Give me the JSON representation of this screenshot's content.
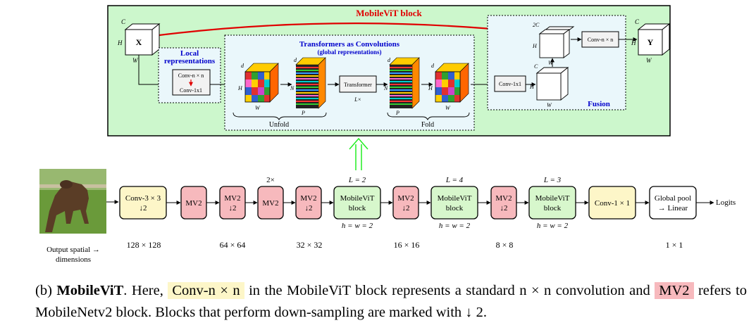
{
  "colors": {
    "green_bg": "#ccf7cc",
    "light_blue": "#eaf7fb",
    "pink": "#f7b9bd",
    "yellow": "#fdf6c8",
    "light_green": "#d7f7cc",
    "red_arrow": "#e00000",
    "blue_text": "#0000cc",
    "green_arrow": "#22ee22"
  },
  "top_block": {
    "title": "MobileViT block",
    "input_label": "X",
    "input_dims": {
      "c": "C",
      "h": "H",
      "w": "W"
    },
    "output_label": "Y",
    "output_dims": {
      "c": "C",
      "h": "H",
      "w": "W"
    },
    "local_title_1": "Local",
    "local_title_2": "representations",
    "local_conv_n": "Conv-n × n",
    "local_conv_1": "Conv-1x1",
    "transformer_title": "Transformers as Convolutions",
    "transformer_subtitle": "(global representations)",
    "transformer_label": "Transformer",
    "transformer_repeat": "L×",
    "unfold_label": "Unfold",
    "fold_label": "Fold",
    "dim_d": "d",
    "dim_h": "H",
    "dim_w": "W",
    "dim_n": "N",
    "dim_p": "P",
    "fusion_conv1": "Conv-1x1",
    "fusion_convn": "Conv-n × n",
    "fusion_label": "Fusion",
    "fusion_c": "C",
    "fusion_2c": "2C"
  },
  "pipeline": {
    "blocks": [
      {
        "id": "conv3",
        "line1": "Conv-3 × 3",
        "line2": "↓2",
        "color": "yellow",
        "top": "",
        "bottom": ""
      },
      {
        "id": "mv2-1",
        "line1": "MV2",
        "line2": "",
        "color": "pink",
        "top": "",
        "bottom": ""
      },
      {
        "id": "mv2-2",
        "line1": "MV2",
        "line2": "↓2",
        "color": "pink",
        "top": "",
        "bottom": ""
      },
      {
        "id": "mv2-3",
        "line1": "MV2",
        "line2": "",
        "color": "pink",
        "top": "2×",
        "bottom": ""
      },
      {
        "id": "mv2-4",
        "line1": "MV2",
        "line2": "↓2",
        "color": "pink",
        "top": "",
        "bottom": ""
      },
      {
        "id": "mvit-1",
        "line1": "MobileViT",
        "line2": "block",
        "color": "green",
        "top": "L = 2",
        "bottom": "h = w = 2"
      },
      {
        "id": "mv2-5",
        "line1": "MV2",
        "line2": "↓2",
        "color": "pink",
        "top": "",
        "bottom": ""
      },
      {
        "id": "mvit-2",
        "line1": "MobileViT",
        "line2": "block",
        "color": "green",
        "top": "L = 4",
        "bottom": "h = w = 2"
      },
      {
        "id": "mv2-6",
        "line1": "MV2",
        "line2": "↓2",
        "color": "pink",
        "top": "",
        "bottom": ""
      },
      {
        "id": "mvit-3",
        "line1": "MobileViT",
        "line2": "block",
        "color": "green",
        "top": "L = 3",
        "bottom": "h = w = 2"
      },
      {
        "id": "conv1",
        "line1": "Conv-1 × 1",
        "line2": "",
        "color": "yellow",
        "top": "",
        "bottom": ""
      },
      {
        "id": "pool",
        "line1": "Global pool",
        "line2": "→ Linear",
        "color": "white",
        "top": "",
        "bottom": ""
      }
    ],
    "logits": "Logits",
    "spatial_label_1": "Output spatial →",
    "spatial_label_2": "dimensions",
    "spatial_dims": [
      "128 × 128",
      "64 × 64",
      "32 × 32",
      "16 × 16",
      "8 × 8",
      "1 × 1"
    ]
  },
  "caption": {
    "prefix": "(b)",
    "bold": "MobileViT",
    "part1": ". Here,",
    "hl1": "Conv-n × n",
    "part2": "in the MobileViT block represents a standard n × n convolution and",
    "hl2": "MV2",
    "part3": "refers to MobileNetv2 block. Blocks that perform down-sampling are marked with ↓ 2."
  }
}
